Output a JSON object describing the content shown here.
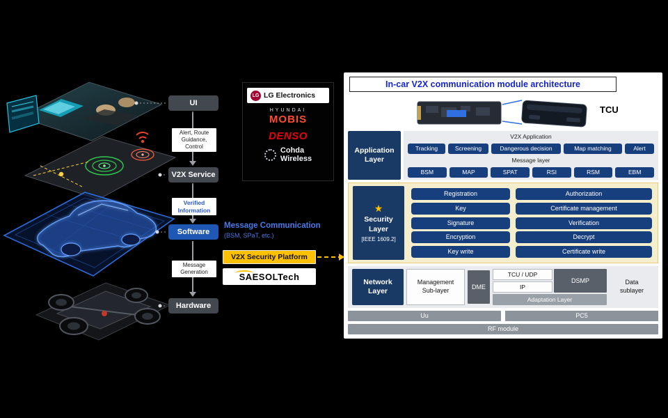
{
  "colors": {
    "accent_blue": "#2f6fe0",
    "navy": "#1a3a66",
    "button_navy": "#173e7d",
    "security_cream": "#f5eecd",
    "brand_yellow": "#ffc000",
    "bar_gray": "#8d939b",
    "panel_gray": "#e9ebee",
    "lg_red": "#a50034",
    "denso_red": "#e60012"
  },
  "pipeline": {
    "ui": "UI",
    "alert_route": "Alert, Route\nGuidance,\nControl",
    "v2x_service": "V2X Service",
    "verified": "Verified\nInformation",
    "software": "Software",
    "message_generation": "Message\nGeneration",
    "hardware": "Hardware"
  },
  "partners": {
    "lg_monogram": "LG",
    "lg": "LG Electronics",
    "mobis_top": "HYUNDAI",
    "mobis": "MOBIS",
    "denso": "DENSO",
    "cohda": "Cohda\nWireless"
  },
  "saesol": {
    "message_comm": "Message Communication",
    "message_comm_sub": "(BSM, SPaT, etc.)",
    "platform": "V2X Security Platform",
    "brand": "SAESOLTech"
  },
  "architecture": {
    "title": "In-car V2X communication module architecture",
    "tcu": "TCU",
    "app_layer": {
      "label": "Application\nLayer",
      "v2x_app_label": "V2X Application",
      "v2x_apps": [
        "Tracking",
        "Screening",
        "Dangerous decision",
        "Map matching",
        "Alert"
      ],
      "message_layer_label": "Message layer",
      "messages": [
        "BSM",
        "MAP",
        "SPAT",
        "RSI",
        "RSM",
        "EBM"
      ]
    },
    "security_layer": {
      "star": "★",
      "label": "Security\nLayer",
      "standard": "[IEEE 1609.2]",
      "rows_left": [
        "Registration",
        "Key",
        "Signature",
        "Encryption",
        "Key write"
      ],
      "rows_right": [
        "Authorization",
        "Certificate management",
        "Verification",
        "Decrypt",
        "Certificate write"
      ]
    },
    "network_layer": {
      "label": "Network\nLayer",
      "management": "Management\nSub-layer",
      "dme": "DME",
      "tcu_udp": "TCU / UDP",
      "ip": "IP",
      "adaptation": "Adaptation Layer",
      "dsmp": "DSMP",
      "data_sublayer": "Data\nsublayer"
    },
    "uu": "Uu",
    "pc5": "PC5",
    "rf": "RF module"
  }
}
